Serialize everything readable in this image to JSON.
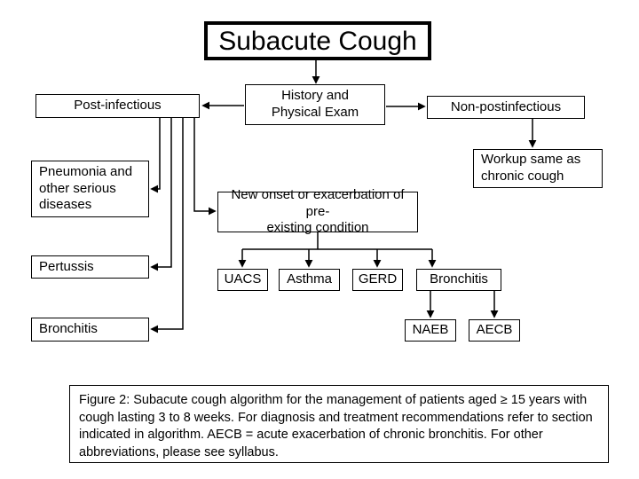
{
  "title": "Subacute Cough",
  "flowchart": {
    "history_physical": "History and\nPhysical Exam",
    "post_infectious": "Post-infectious",
    "non_postinfectious": "Non-postinfectious",
    "workup": "Workup same as\nchronic cough",
    "pneumonia": "Pneumonia and\nother serious\ndiseases",
    "pertussis": "Pertussis",
    "bronchitis_left": "Bronchitis",
    "new_onset": "New onset or exacerbation of pre-\nexisting condition",
    "uacs": "UACS",
    "asthma": "Asthma",
    "gerd": "GERD",
    "bronchitis_right": "Bronchitis",
    "naeb": "NAEB",
    "aecb": "AECB"
  },
  "caption": "Figure 2: Subacute cough algorithm for the management of patients aged ≥ 15 years with cough lasting 3 to 8 weeks. For diagnosis and treatment recommendations refer to section indicated in algorithm. AECB = acute exacerbation of chronic bronchitis. For other abbreviations, please see syllabus.",
  "colors": {
    "line": "#000000",
    "background": "#ffffff",
    "box_border": "#000000"
  }
}
